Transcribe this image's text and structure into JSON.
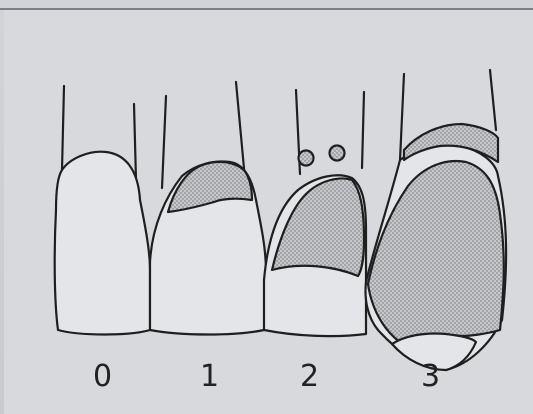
{
  "figure": {
    "labels": [
      "0",
      "1",
      "2",
      "3"
    ],
    "colors": {
      "background": "#d8d9dd",
      "stroke": "#1f1f1f",
      "tooth_fill": "#e4e5e8",
      "stipple_fill": "#c6c7cb"
    }
  }
}
